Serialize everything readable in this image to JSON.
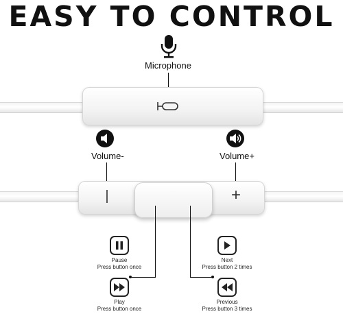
{
  "title": "EASY TO CONTROL",
  "microphone": {
    "label": "Microphone",
    "icon": "microphone-icon"
  },
  "volume_down": {
    "label": "Volume-",
    "icon": "speaker-low-icon",
    "symbol": "|"
  },
  "volume_up": {
    "label": "Volume+",
    "icon": "speaker-high-icon",
    "symbol": "+"
  },
  "controls": {
    "pause": {
      "icon": "pause-icon",
      "line1": "Pause",
      "line2": "Press button once"
    },
    "next": {
      "icon": "next-icon",
      "line1": "Next",
      "line2": "Press button 2 times"
    },
    "play": {
      "icon": "play-forward-icon",
      "line1": "Play",
      "line2": "Press button once"
    },
    "previous": {
      "icon": "previous-icon",
      "line1": "Previous",
      "line2": "Press button 3 times"
    }
  }
}
